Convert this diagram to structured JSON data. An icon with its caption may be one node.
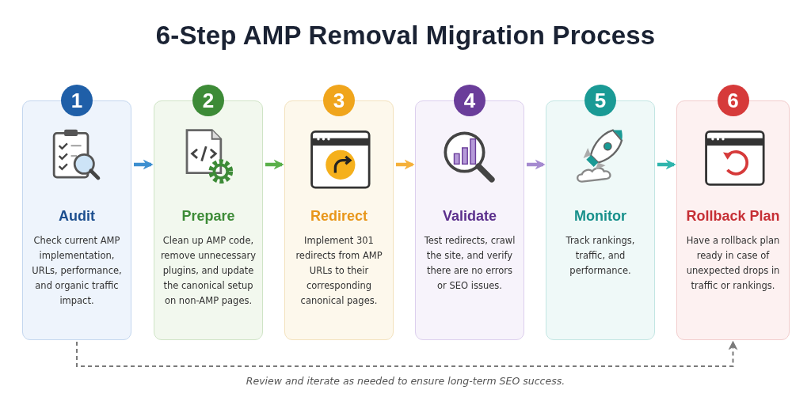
{
  "diagram": {
    "title": "6-Step AMP Removal Migration Process",
    "nodes": [
      {
        "text": [
          "1",
          "Audit",
          "Check current AMP implementation, URLs, performance, and organic traffic impact."
        ]
      },
      {
        "text": [
          "2",
          "Prepare",
          "Clean up AMP code, remove unnecessary plugins, and update the canonical setup on non-AMP pages."
        ]
      },
      {
        "text": [
          "3",
          "Redirect",
          "Implement 301 redirects from AMP URLs to their corresponding canonical pages."
        ]
      },
      {
        "text": [
          "4",
          "Validate",
          "Test redirects, crawl the site, and verify there are no errors or SEO issues."
        ]
      },
      {
        "text": [
          "5",
          "Monitor",
          "Track rankings, traffic, and performance."
        ]
      },
      {
        "text": [
          "6",
          "Rollback Plan",
          "Have a rollback plan ready in case of unexpected drops in traffic or rankings."
        ]
      }
    ],
    "edges": [
      {
        "from": 0,
        "to": 1,
        "arrow": "to",
        "color": "#3d8fd0"
      },
      {
        "from": 1,
        "to": 2,
        "arrow": "to",
        "color": "#5ab04a"
      },
      {
        "from": 2,
        "to": 3,
        "arrow": "to",
        "color": "#f5b03a"
      },
      {
        "from": 3,
        "to": 4,
        "arrow": "to",
        "color": "#a58ad0"
      },
      {
        "from": 4,
        "to": 5,
        "arrow": "to",
        "color": "#2fb5ad"
      },
      {
        "from": 0,
        "to": 5,
        "arrow": "to",
        "style": "dashed",
        "color": "#7a7a7a",
        "label": "Review and iterate as needed to ensure long-term SEO success."
      }
    ]
  }
}
